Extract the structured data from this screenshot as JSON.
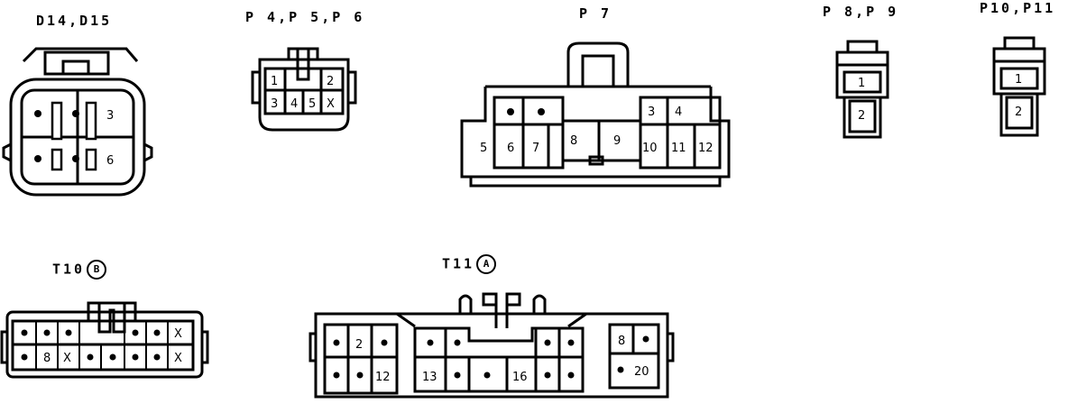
{
  "colors": {
    "ink": "#000000",
    "paper": "#ffffff"
  },
  "connectors": {
    "d14_d15": {
      "title": "D14,D15",
      "pins": [
        "3",
        "6"
      ]
    },
    "p4_p5_p6": {
      "title": "P 4,P 5,P 6",
      "pins": [
        "1",
        "2",
        "3",
        "4",
        "5",
        "X"
      ]
    },
    "p7": {
      "title": "P 7",
      "pins": [
        "3",
        "4",
        "5",
        "6",
        "7",
        "8",
        "9",
        "10",
        "11",
        "12"
      ]
    },
    "p8_p9": {
      "title": "P 8,P 9",
      "pins": [
        "1",
        "2"
      ]
    },
    "p10_p11": {
      "title": "P10,P11",
      "pins": [
        "1",
        "2"
      ]
    },
    "t10": {
      "title": "T10",
      "badge": "B",
      "pins": [
        "X",
        "8",
        "X",
        "X"
      ]
    },
    "t11": {
      "title": "T11",
      "badge": "A",
      "pins": [
        "2",
        "12",
        "13",
        "16",
        "8",
        "20"
      ]
    }
  }
}
